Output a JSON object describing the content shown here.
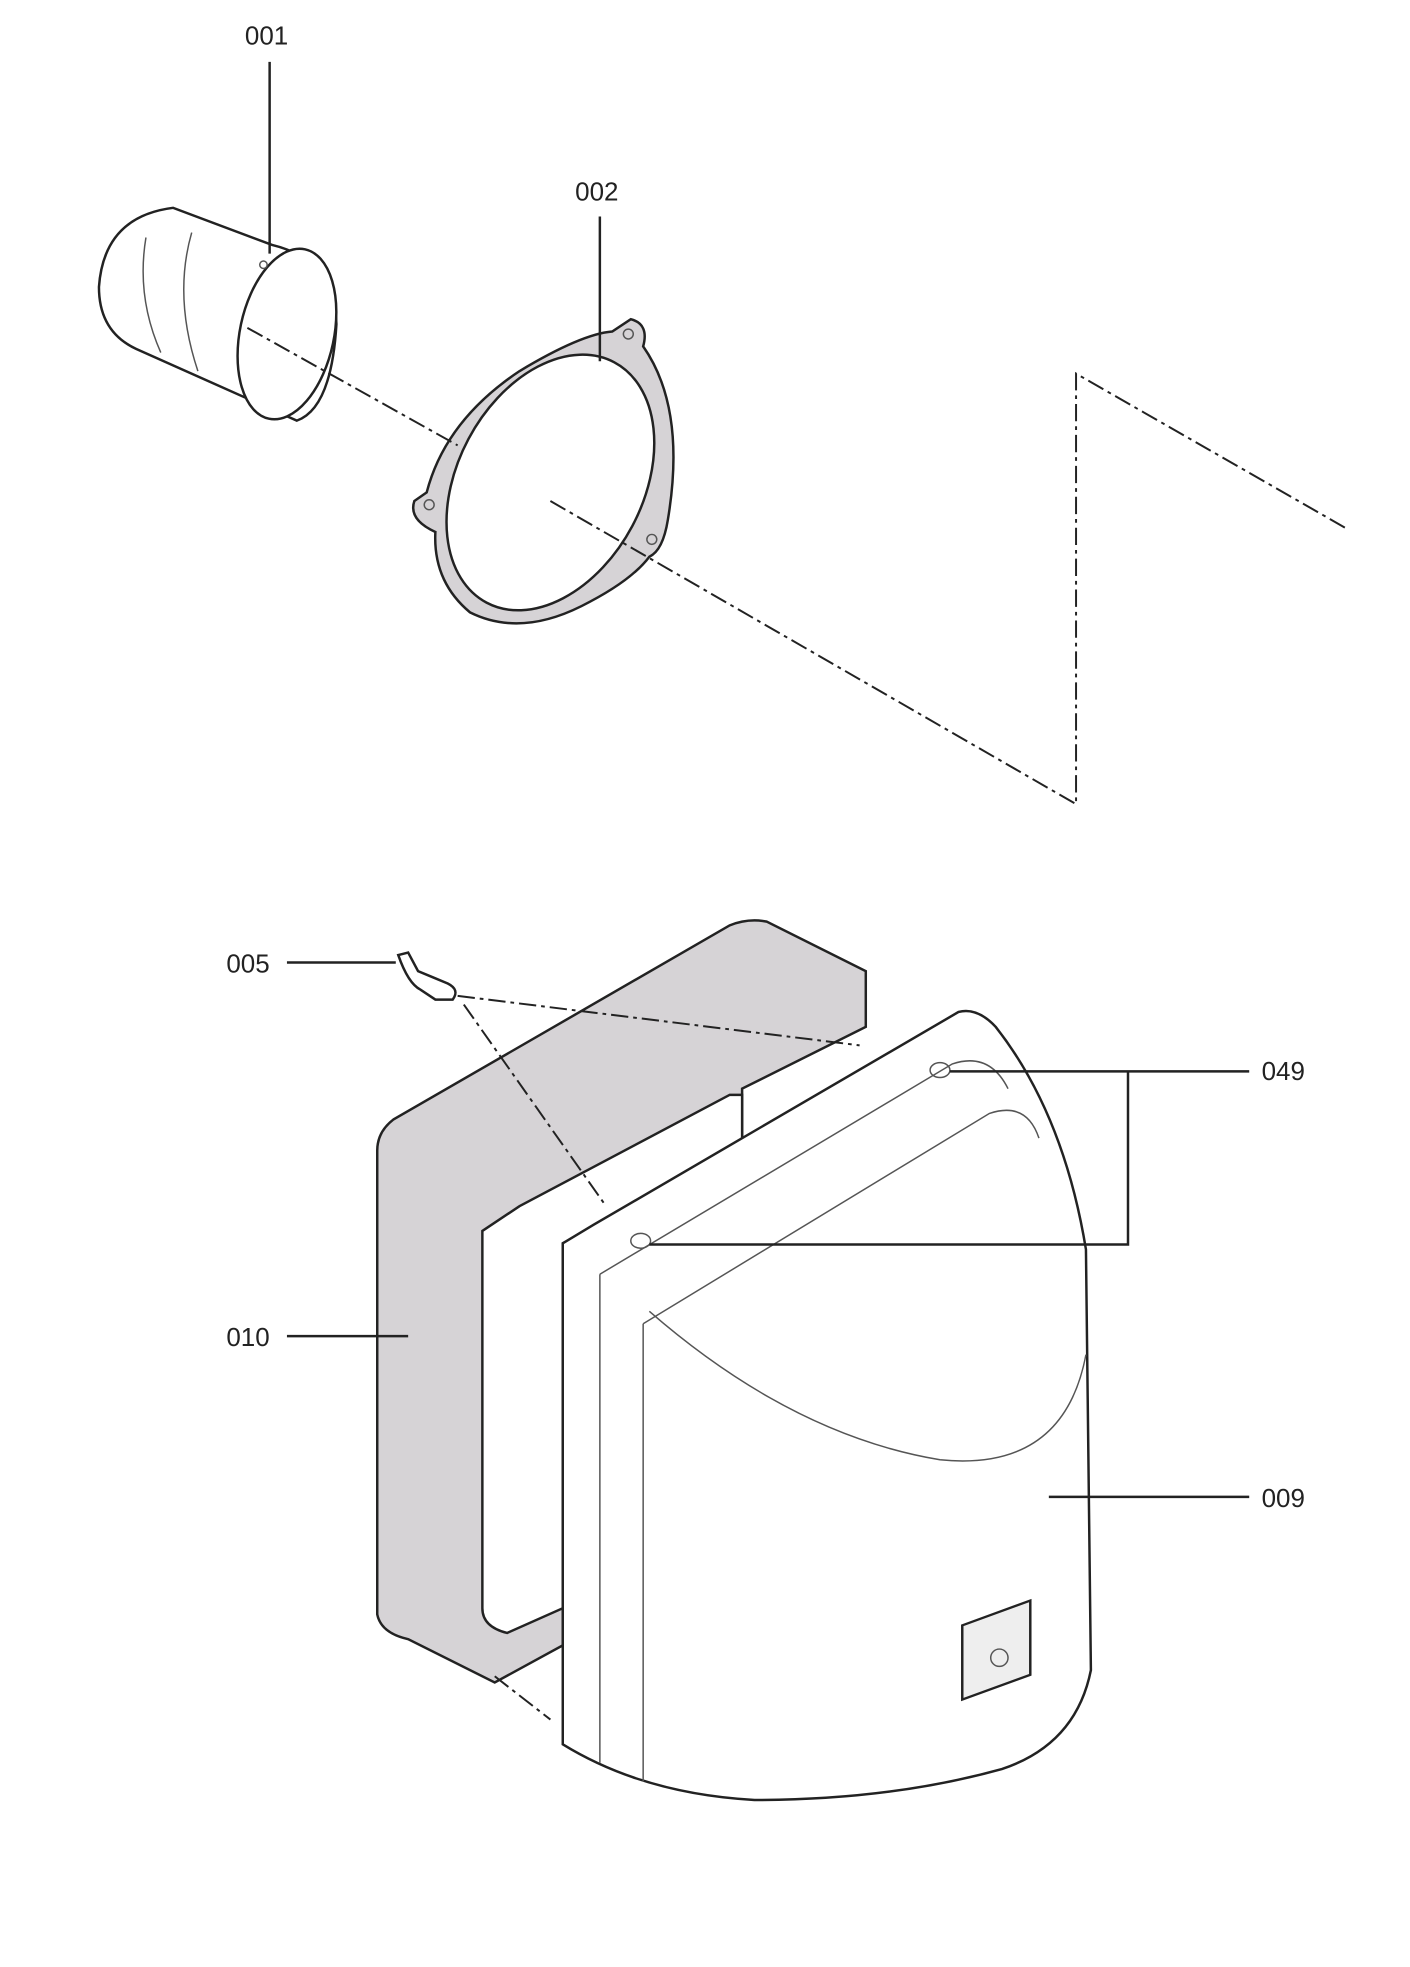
{
  "diagram": {
    "title": "Exploded parts view",
    "labels": {
      "p001": "001",
      "p002": "002",
      "p005": "005",
      "p049": "049",
      "p010": "010",
      "p009": "009"
    },
    "colors": {
      "part_fill": "#d6d3d6",
      "line": "#222222"
    }
  }
}
